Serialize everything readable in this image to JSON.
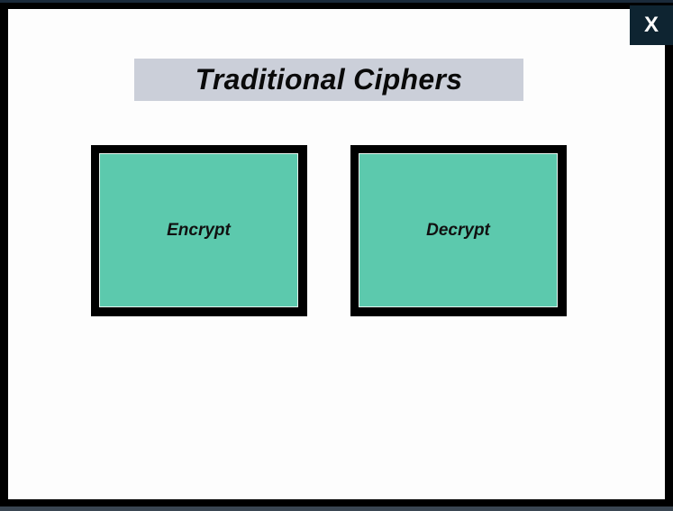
{
  "window": {
    "close_label": "X"
  },
  "header": {
    "title": "Traditional Ciphers"
  },
  "actions": {
    "encrypt_label": "Encrypt",
    "decrypt_label": "Decrypt"
  },
  "colors": {
    "background": "#fdfdfd",
    "frame": "#000000",
    "title_bg": "#cbcfd9",
    "button_face": "#5cc9ad",
    "close_bg": "#0e2431"
  }
}
